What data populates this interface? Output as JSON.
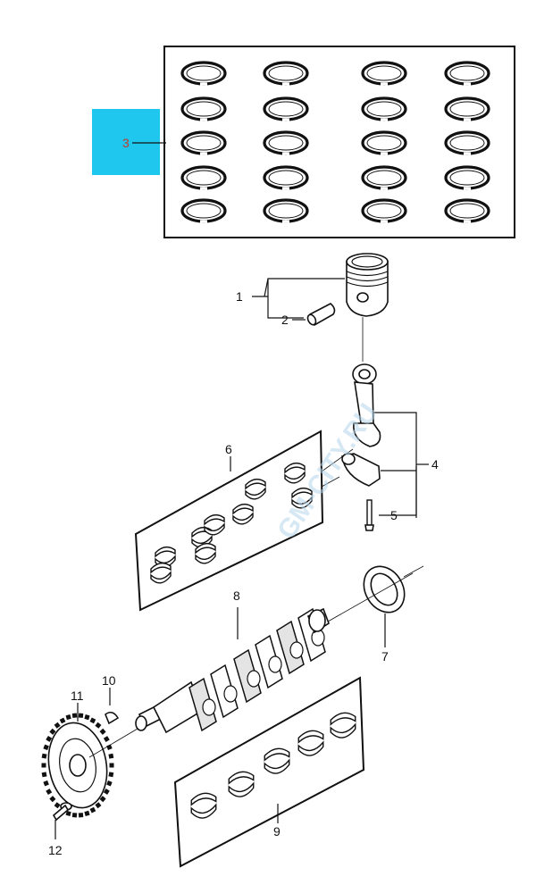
{
  "watermark": "GM-CITY.RU",
  "highlight_color": "#1fc7ef",
  "callouts": {
    "c1": "1",
    "c2": "2",
    "c3": "3",
    "c4": "4",
    "c5": "5",
    "c6": "6",
    "c7": "7",
    "c8": "8",
    "c9": "9",
    "c10": "10",
    "c11": "11",
    "c12": "12"
  },
  "parts": [
    {
      "callout": "1",
      "name": "piston"
    },
    {
      "callout": "2",
      "name": "piston-pin"
    },
    {
      "callout": "3",
      "name": "piston-ring-set"
    },
    {
      "callout": "4",
      "name": "connecting-rod"
    },
    {
      "callout": "5",
      "name": "connecting-rod-bolt"
    },
    {
      "callout": "6",
      "name": "connecting-rod-bearing-set"
    },
    {
      "callout": "7",
      "name": "crankshaft-rear-oil-seal"
    },
    {
      "callout": "8",
      "name": "crankshaft"
    },
    {
      "callout": "9",
      "name": "crankshaft-main-bearing-set"
    },
    {
      "callout": "10",
      "name": "woodruff-key"
    },
    {
      "callout": "11",
      "name": "crankshaft-sprocket"
    },
    {
      "callout": "12",
      "name": "sprocket-bolt"
    }
  ]
}
